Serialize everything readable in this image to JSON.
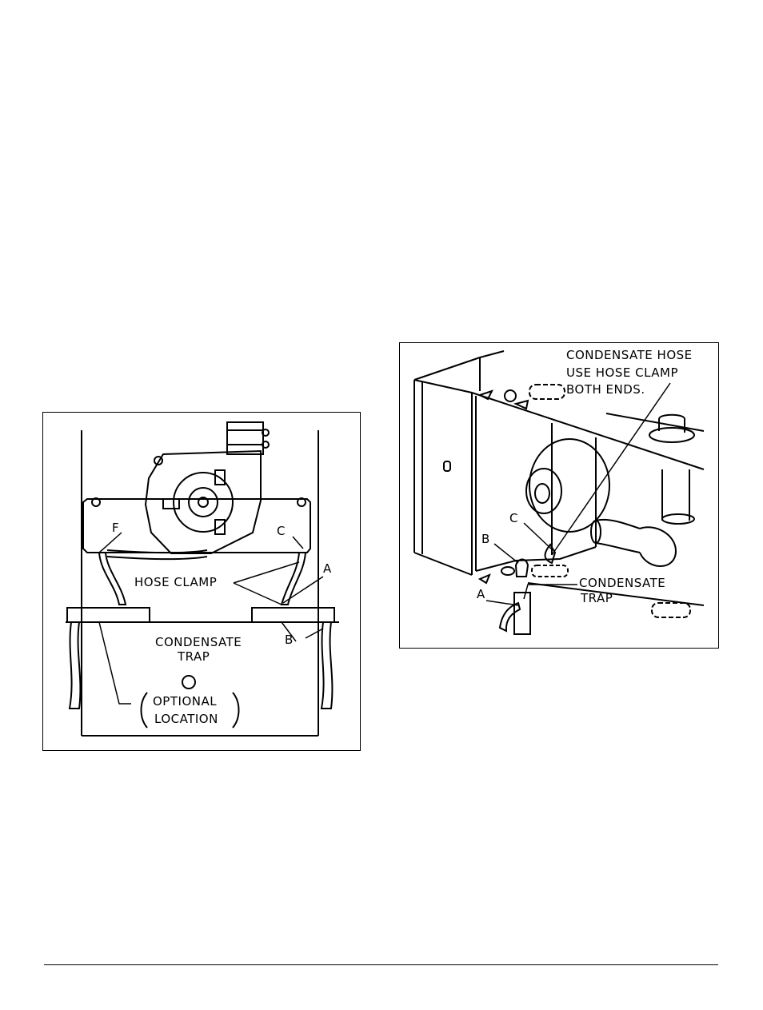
{
  "figure_left": {
    "labels": {
      "f": "F",
      "c": "C",
      "a": "A",
      "b": "B",
      "hose_clamp": "HOSE CLAMP",
      "condensate": "CONDENSATE",
      "trap": "TRAP",
      "optional": "OPTIONAL",
      "location": "LOCATION"
    }
  },
  "figure_right": {
    "labels": {
      "hose_line1": "CONDENSATE HOSE",
      "hose_line2": "USE HOSE CLAMP",
      "hose_line3": "BOTH ENDS.",
      "c": "C",
      "b": "B",
      "a": "A",
      "condensate": "CONDENSATE",
      "trap": "TRAP"
    }
  }
}
